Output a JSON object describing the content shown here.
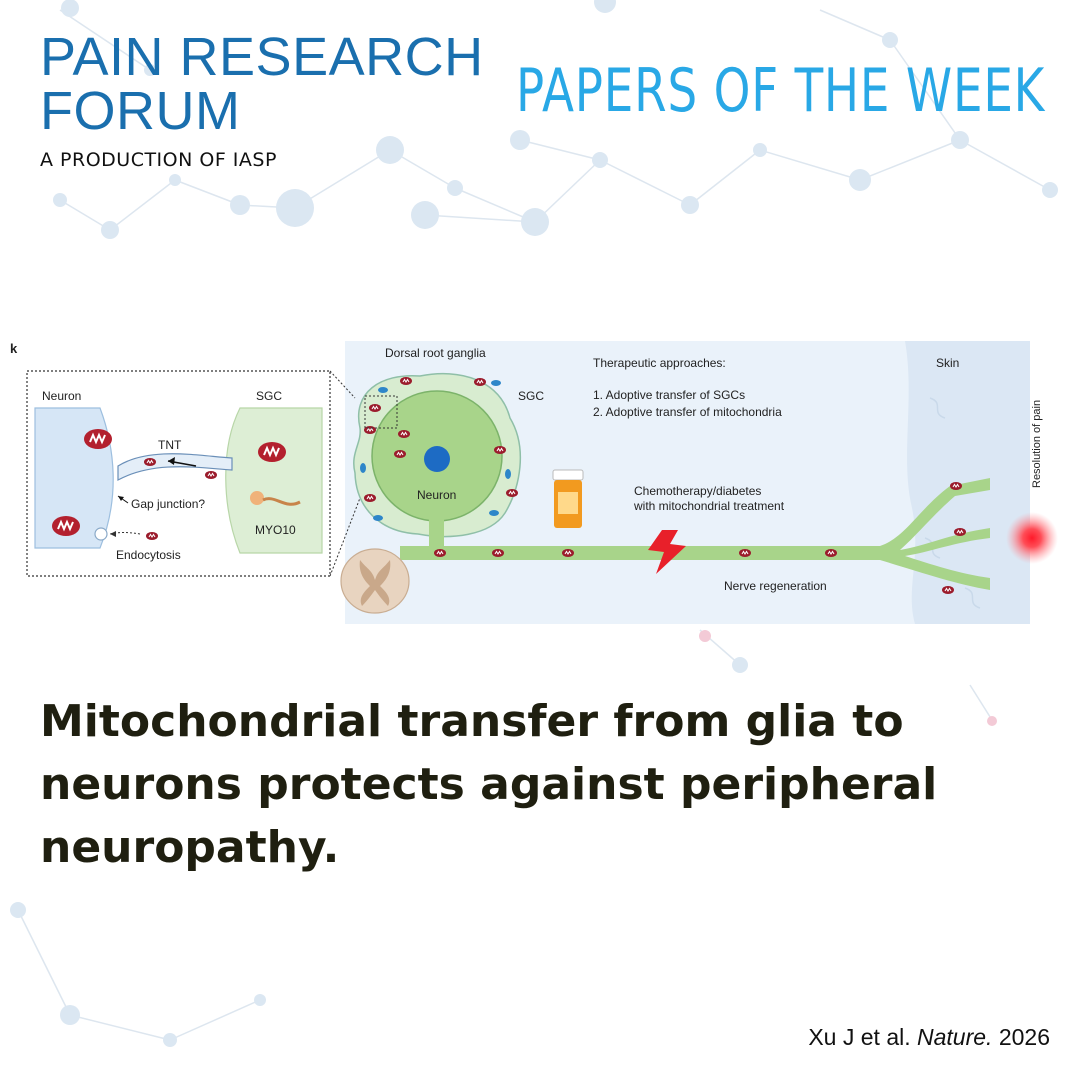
{
  "brand": {
    "line1": "PAIN RESEARCH",
    "line2": "FORUM",
    "subtitle": "A PRODUCTION OF IASP"
  },
  "series_title": "PAPERS OF THE WEEK",
  "figure": {
    "panel_letter": "k",
    "inset": {
      "neuron": "Neuron",
      "sgc": "SGC",
      "tnt": "TNT",
      "gap_junction": "Gap junction?",
      "endocytosis": "Endocytosis",
      "myo10": "MYO10"
    },
    "main": {
      "drg": "Dorsal root ganglia",
      "sgc": "SGC",
      "neuron": "Neuron",
      "therapeutic_title": "Therapeutic approaches:",
      "approach_1": "1. Adoptive transfer of SGCs",
      "approach_2": "2. Adoptive transfer of mitochondria",
      "chemo_line1": "Chemotherapy/diabetes",
      "chemo_line2": "with mitochondrial treatment",
      "regeneration": "Nerve regeneration",
      "skin": "Skin",
      "resolution": "Resolution of pain"
    }
  },
  "headline": "Mitochondrial transfer from glia to neurons protects against peripheral neuropathy.",
  "citation": {
    "authors": "Xu J et al.",
    "journal": "Nature.",
    "year": "2026"
  },
  "colors": {
    "brand_blue": "#1a6fae",
    "title_blue": "#29a8e6",
    "axon_green": "#a8d48a",
    "mito_red": "#9b1c2c",
    "pain_red": "#e8202a",
    "headline": "#1f1f10"
  }
}
